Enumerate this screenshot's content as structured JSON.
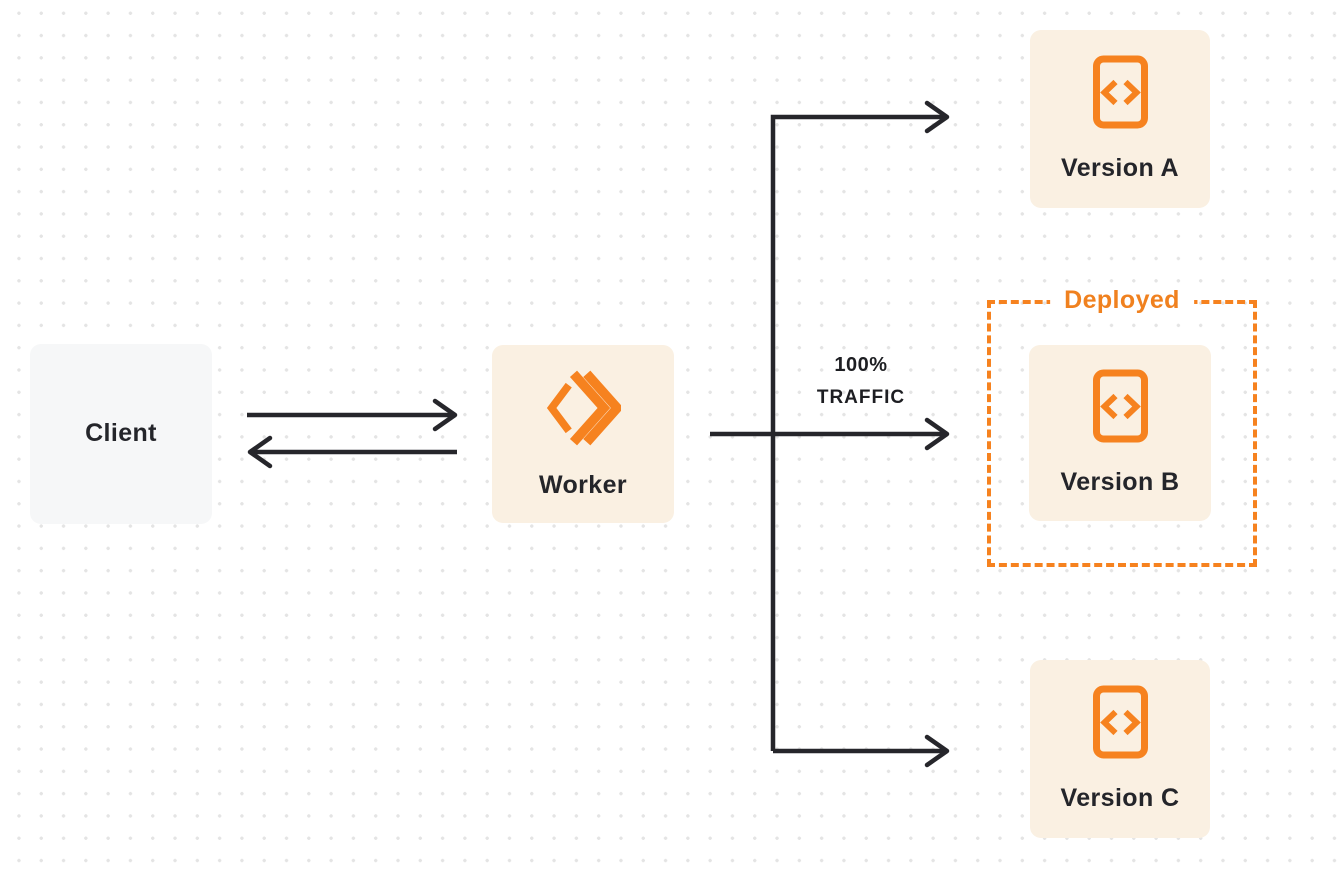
{
  "colors": {
    "accent_orange": "#f6821f",
    "node_cream_bg": "#faf0e2",
    "client_node_bg": "#f6f7f8",
    "arrow_stroke": "#26262b",
    "label_text": "#24252a",
    "grid_dot": "#e4e4e4",
    "canvas_bg": "#ffffff"
  },
  "nodes": {
    "client": {
      "label": "Client"
    },
    "worker": {
      "label": "Worker",
      "icon": "cloudflare-workers-icon"
    },
    "version_a": {
      "label": "Version A",
      "icon": "code-file-icon"
    },
    "version_b": {
      "label": "Version B",
      "icon": "code-file-icon"
    },
    "version_c": {
      "label": "Version C",
      "icon": "code-file-icon"
    }
  },
  "annotations": {
    "deployed_label": "Deployed",
    "traffic_line1": "100%",
    "traffic_line2": "TRAFFIC"
  }
}
